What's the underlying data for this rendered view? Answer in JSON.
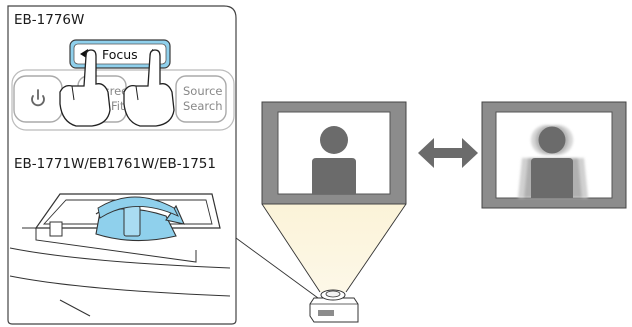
{
  "callout": {
    "model_top": "EB-1776W",
    "model_bottom": "EB-1771W/EB1761W/EB-1751"
  },
  "control_panel": {
    "focus_label": "Focus",
    "screen_fit_line1": "Scree",
    "screen_fit_line2": "Fit",
    "source_search_line1": "Source",
    "source_search_line2": "Search"
  },
  "icons": {
    "power": "power-icon",
    "focus_left": "triangle-left-icon",
    "focus_right": "triangle-right-icon",
    "compare": "double-arrow-icon"
  },
  "colors": {
    "highlight_blue": "#7fc8e8",
    "screen_frame": "#8c8c8c",
    "silhouette": "#6b6b6b",
    "outline": "#333333"
  }
}
